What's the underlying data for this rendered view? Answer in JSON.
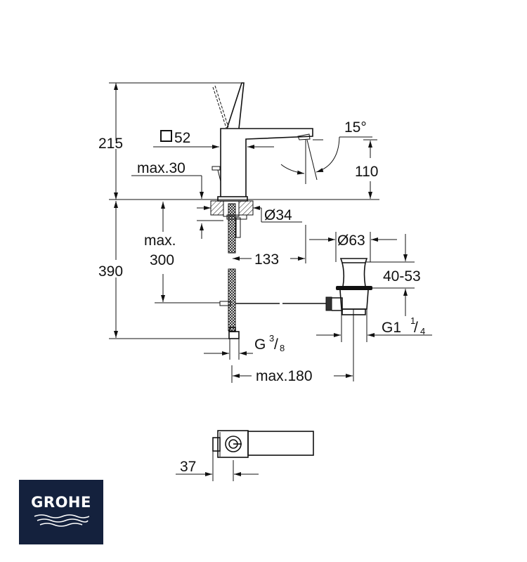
{
  "drawing": {
    "dim_height_total": "215",
    "dim_square": "52",
    "dim_max30": "max.30",
    "dim_angle": "15°",
    "dim_spout_height": "110",
    "dim_hole": "Ø34",
    "dim_max_label": "max.",
    "dim_max_value": "300",
    "dim_390": "390",
    "dim_133": "133",
    "dim_waste_diameter": "Ø63",
    "dim_waste_range": "40-53",
    "dim_waste_thread_main": "G1",
    "dim_waste_thread_num": "1",
    "dim_waste_thread_den": "4",
    "dim_hose_thread_main": "G",
    "dim_hose_thread_num": "3",
    "dim_hose_thread_den": "8",
    "dim_max180": "max.180",
    "dim_37": "37"
  },
  "logo": {
    "text": "GROHE",
    "color": "#14213d"
  }
}
